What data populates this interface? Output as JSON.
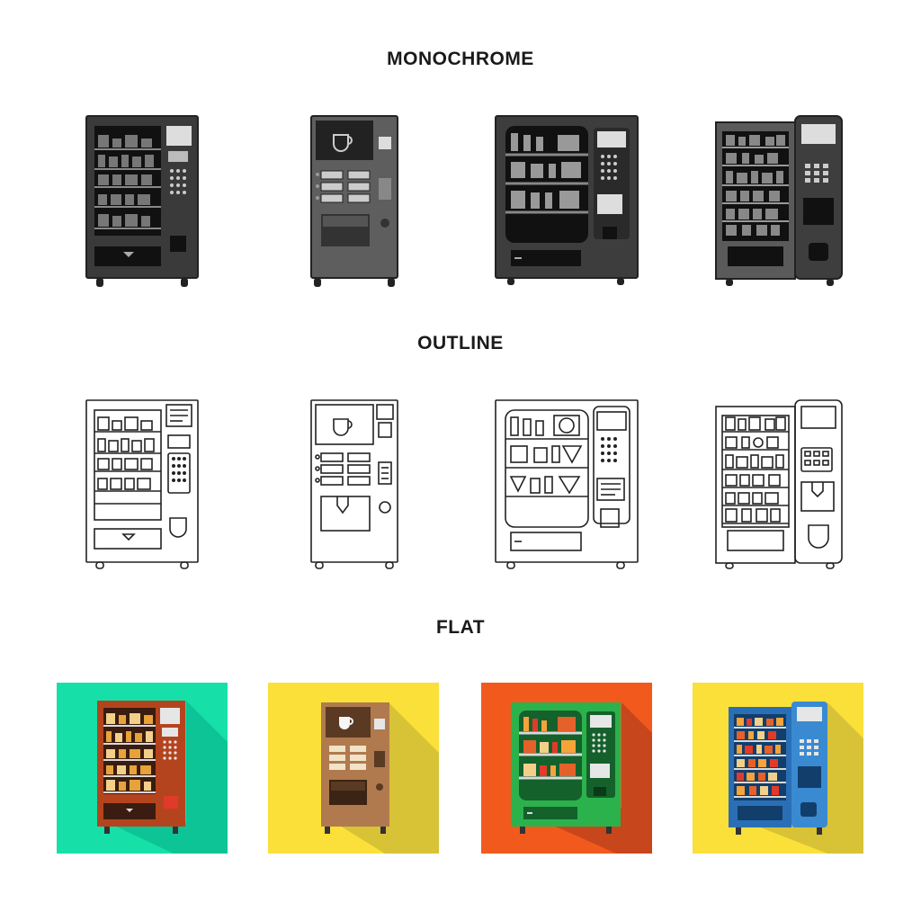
{
  "sections": {
    "monochrome": "MONOCHROME",
    "outline": "OUTLINE",
    "flat": "FLAT"
  },
  "icons": [
    {
      "name": "snack-vending-machine-icon",
      "style": "monochrome"
    },
    {
      "name": "coffee-vending-machine-icon",
      "style": "monochrome"
    },
    {
      "name": "wide-snack-vending-machine-icon",
      "style": "monochrome"
    },
    {
      "name": "combo-vending-machine-icon",
      "style": "monochrome"
    },
    {
      "name": "snack-vending-machine-icon",
      "style": "outline"
    },
    {
      "name": "coffee-vending-machine-icon",
      "style": "outline"
    },
    {
      "name": "wide-snack-vending-machine-icon",
      "style": "outline"
    },
    {
      "name": "combo-vending-machine-icon",
      "style": "outline"
    },
    {
      "name": "snack-vending-machine-icon",
      "style": "flat"
    },
    {
      "name": "coffee-vending-machine-icon",
      "style": "flat"
    },
    {
      "name": "wide-snack-vending-machine-icon",
      "style": "flat"
    },
    {
      "name": "combo-vending-machine-icon",
      "style": "flat"
    }
  ],
  "colors": {
    "mono_dark": "#3a3a3a",
    "mono_mid": "#5e5e5e",
    "mono_light": "#9a9a9a",
    "outline_stroke": "#222222",
    "flat_bg_1": "#16e0a8",
    "flat_bg_2": "#fbe03a",
    "flat_bg_3": "#f25a1d",
    "flat_bg_4": "#fbe03a",
    "flat_machine_1": "#b4441e",
    "flat_machine_2": "#b07a4e",
    "flat_machine_3": "#2bb24c",
    "flat_machine_4": "#2a6fb5"
  }
}
